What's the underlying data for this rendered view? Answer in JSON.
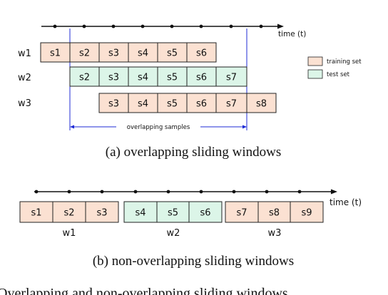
{
  "colors": {
    "training": "#fbe1d2",
    "test": "#dcf5e8",
    "guide": "#1f2bd6",
    "box_stroke": "#222222"
  },
  "legend": {
    "training_label": "training set",
    "test_label": "test set"
  },
  "panel_a": {
    "axis_label": "time (t)",
    "rows": [
      {
        "label": "w1",
        "cells": [
          {
            "text": "s1",
            "set": "training"
          },
          {
            "text": "s2",
            "set": "training"
          },
          {
            "text": "s3",
            "set": "training"
          },
          {
            "text": "s4",
            "set": "training"
          },
          {
            "text": "s5",
            "set": "training"
          },
          {
            "text": "s6",
            "set": "training"
          }
        ]
      },
      {
        "label": "w2",
        "cells": [
          {
            "text": "s2",
            "set": "test"
          },
          {
            "text": "s3",
            "set": "test"
          },
          {
            "text": "s4",
            "set": "test"
          },
          {
            "text": "s5",
            "set": "test"
          },
          {
            "text": "s6",
            "set": "test"
          },
          {
            "text": "s7",
            "set": "test"
          }
        ]
      },
      {
        "label": "w3",
        "cells": [
          {
            "text": "s3",
            "set": "training"
          },
          {
            "text": "s4",
            "set": "training"
          },
          {
            "text": "s5",
            "set": "training"
          },
          {
            "text": "s6",
            "set": "training"
          },
          {
            "text": "s7",
            "set": "training"
          },
          {
            "text": "s8",
            "set": "training"
          }
        ]
      }
    ],
    "overlap_label": "overlapping samples",
    "caption": "(a) overlapping sliding windows"
  },
  "panel_b": {
    "axis_label": "time (t)",
    "groups": [
      {
        "label": "w1",
        "set": "training",
        "cells": [
          "s1",
          "s2",
          "s3"
        ]
      },
      {
        "label": "w2",
        "set": "test",
        "cells": [
          "s4",
          "s5",
          "s6"
        ]
      },
      {
        "label": "w3",
        "set": "training",
        "cells": [
          "s7",
          "s8",
          "s9"
        ]
      }
    ],
    "caption": "(b) non-overlapping sliding windows"
  },
  "figure_caption": "Overlapping and non-overlapping sliding windows"
}
